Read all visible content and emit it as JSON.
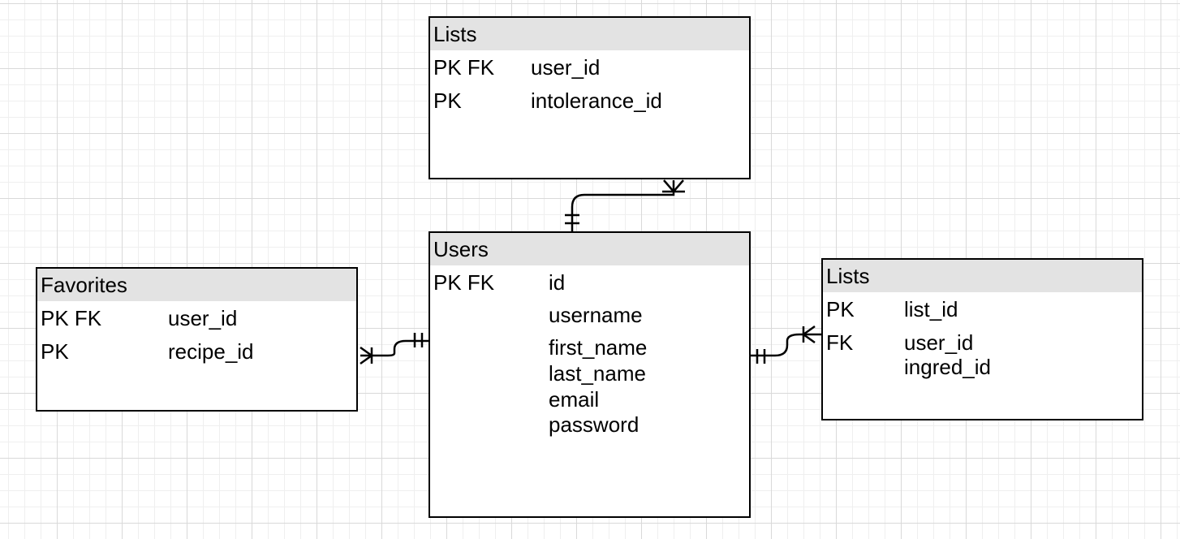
{
  "entities": {
    "lists_top": {
      "title": "Lists",
      "rows": [
        {
          "key": "PK FK",
          "field": "user_id"
        },
        {
          "key": "PK",
          "field": "intolerance_id"
        }
      ]
    },
    "users": {
      "title": "Users",
      "key": "PK FK",
      "fields": [
        "id",
        "username",
        "first_name",
        "last_name",
        "email",
        "password"
      ]
    },
    "favorites": {
      "title": "Favorites",
      "rows": [
        {
          "key": "PK FK",
          "field": "user_id"
        },
        {
          "key": "PK",
          "field": "recipe_id"
        }
      ]
    },
    "lists_right": {
      "title": "Lists",
      "rows": [
        {
          "key": "PK",
          "field": "list_id"
        },
        {
          "key": "FK",
          "field": "user_id"
        }
      ],
      "extra_field": "ingred_id"
    }
  },
  "relationships": [
    {
      "from": "Users",
      "to": "Lists",
      "from_cardinality": "one-and-only-one",
      "to_cardinality": "one-or-many"
    },
    {
      "from": "Users",
      "to": "Favorites",
      "from_cardinality": "one-and-only-one",
      "to_cardinality": "one-or-many"
    },
    {
      "from": "Users",
      "to": "Lists",
      "from_cardinality": "one-and-only-one",
      "to_cardinality": "one-or-many"
    }
  ]
}
